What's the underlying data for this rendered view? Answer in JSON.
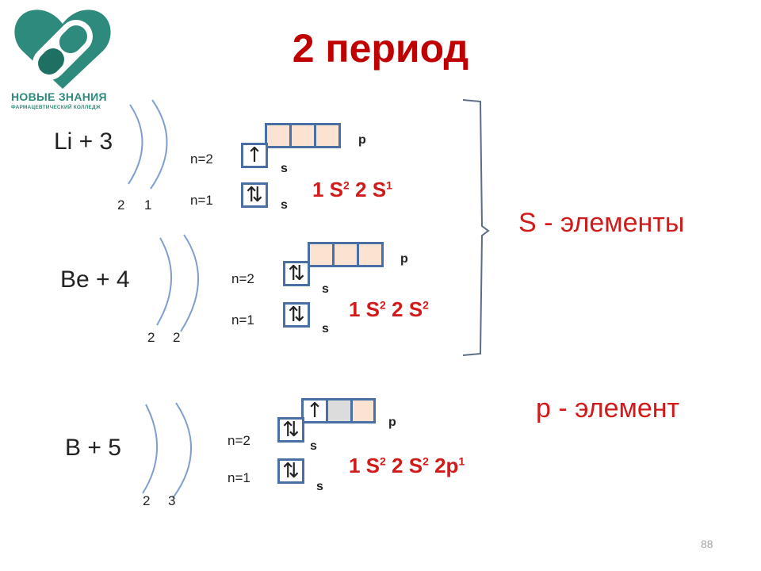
{
  "title": "2 период",
  "logo": {
    "name": "НОВЫЕ ЗНАНИЯ",
    "subtitle": "ФАРМАЦЕВТИЧЕСКИЙ КОЛЛЕДЖ",
    "colors": {
      "primary": "#2e8a7c",
      "dark": "#1f6f63"
    }
  },
  "colors": {
    "accent": "#c00000",
    "formula": "#d11a1a",
    "cell_border": "#4a6fa5",
    "p_cell_fill": "#fbe3d2"
  },
  "elements": [
    {
      "symbol": "Li + 3",
      "shells": [
        "2",
        "1"
      ],
      "levels": [
        "n=2",
        "n=1"
      ],
      "sublevels": {
        "p": "p",
        "s2": "s",
        "s1": "s"
      },
      "orbitals": {
        "s1": "up-down",
        "s2": "up",
        "p": [
          "empty",
          "empty",
          "empty"
        ]
      },
      "formula": {
        "p1": "1 S",
        "e1": "2",
        "p2": " 2 S",
        "e2": "1",
        "p3": "",
        "e3": ""
      }
    },
    {
      "symbol": "Be + 4",
      "shells": [
        "2",
        "2"
      ],
      "levels": [
        "n=2",
        "n=1"
      ],
      "sublevels": {
        "p": "p",
        "s2": "s",
        "s1": "s"
      },
      "orbitals": {
        "s1": "up-down",
        "s2": "up-down",
        "p": [
          "empty",
          "empty",
          "empty"
        ]
      },
      "formula": {
        "p1": "1 S",
        "e1": "2",
        "p2": " 2 S",
        "e2": "2",
        "p3": "",
        "e3": ""
      }
    },
    {
      "symbol": "B + 5",
      "shells": [
        "2",
        "3"
      ],
      "levels": [
        "n=2",
        "n=1"
      ],
      "sublevels": {
        "p": "p",
        "s2": "s",
        "s1": "s"
      },
      "orbitals": {
        "s1": "up-down",
        "s2": "up-down",
        "p": [
          "up",
          "empty",
          "empty"
        ]
      },
      "formula": {
        "p1": "1 S",
        "e1": "2",
        "p2": " 2 S",
        "e2": "2",
        "p3": " 2p",
        "e3": "1"
      }
    }
  ],
  "categories": {
    "s": "S - элементы",
    "p": "p - элемент"
  },
  "page_number": "88"
}
